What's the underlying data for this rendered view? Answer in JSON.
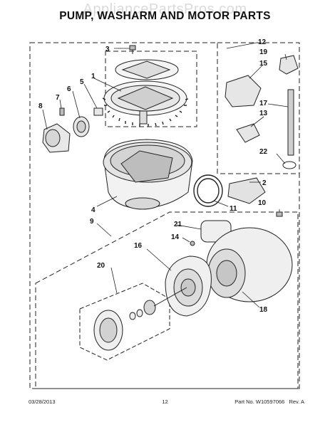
{
  "watermark": "AppliancePartsPros.com",
  "title": "PUMP, WASHARM AND MOTOR PARTS",
  "callouts": {
    "c1": "1",
    "c2": "2",
    "c3": "3",
    "c4": "4",
    "c5": "5",
    "c6": "6",
    "c7": "7",
    "c8": "8",
    "c9": "9",
    "c10": "10",
    "c11": "11",
    "c12": "12",
    "c13": "13",
    "c14": "14",
    "c15": "15",
    "c16": "16",
    "c17": "17",
    "c18": "18",
    "c19": "19",
    "c20": "20",
    "c21": "21",
    "c22": "22"
  },
  "footer": {
    "date": "03/28/2013",
    "page": "12",
    "part_label": "Part No.",
    "part_no": "W10597066",
    "rev_label": "Rev.",
    "rev": "A"
  }
}
